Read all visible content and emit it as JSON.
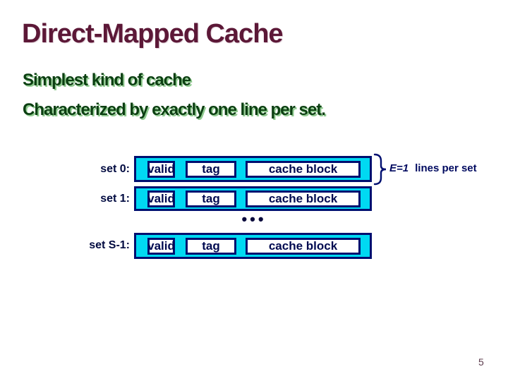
{
  "slide": {
    "title": "Direct-Mapped Cache",
    "bullet_1": "Simplest kind of cache",
    "bullet_2": "Characterized by exactly one line per set.",
    "page_number": "5"
  },
  "diagram": {
    "rows": [
      {
        "label": "set 0:",
        "cells": {
          "valid": "valid",
          "tag": "tag",
          "block": "cache block"
        }
      },
      {
        "label": "set 1:",
        "cells": {
          "valid": "valid",
          "tag": "tag",
          "block": "cache block"
        }
      },
      {
        "label": "set S-1:",
        "cells": {
          "valid": "valid",
          "tag": "tag",
          "block": "cache block"
        }
      }
    ],
    "ellipsis": "•••",
    "brace_note": {
      "italic": "E=1",
      "text": "lines per set"
    },
    "colors": {
      "row_fill": "#00d9f2",
      "border_navy": "#000f70",
      "cell_text_navy": "#000a50",
      "title_maroon": "#5c1837",
      "body_green": "#0c3f12",
      "body_green_shadow": "#8fca8f",
      "page_number": "#5d3c4e"
    }
  }
}
